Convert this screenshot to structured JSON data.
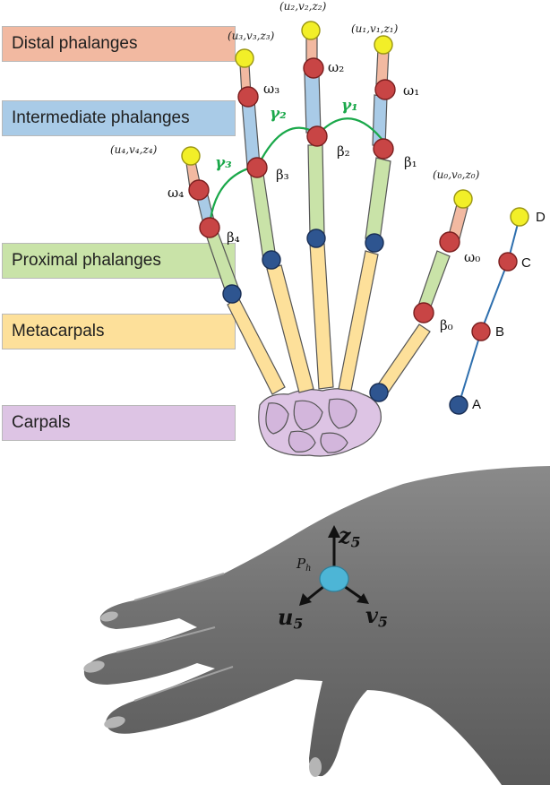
{
  "legend": [
    {
      "label": "Distal phalanges",
      "color": "#f2b9a1"
    },
    {
      "label": "Intermediate phalanges",
      "color": "#a9cbe7"
    },
    {
      "label": "Proximal phalanges",
      "color": "#c9e3a8"
    },
    {
      "label": "Metacarpals",
      "color": "#fde09a"
    },
    {
      "label": "Carpals",
      "color": "#ddc4e4"
    }
  ],
  "tip_coordinates": {
    "u0": "(u₀,v₀,z₀)",
    "u1": "(u₁,v₁,z₁)",
    "u2": "(u₂,v₂,z₂)",
    "u3": "(u₃,v₃,z₃)",
    "u4": "(u₄,v₄,z₄)"
  },
  "joint_labels": {
    "omega0": "ω₀",
    "omega1": "ω₁",
    "omega2": "ω₂",
    "omega3": "ω₃",
    "omega4": "ω₄",
    "beta0": "β₀",
    "beta1": "β₁",
    "beta2": "β₂",
    "beta3": "β₃",
    "beta4": "β₄"
  },
  "gamma_labels": {
    "gamma1": "γ₁",
    "gamma2": "γ₂",
    "gamma3": "γ₃"
  },
  "chain_labels": {
    "a": "A",
    "b": "B",
    "c": "C",
    "d": "D"
  },
  "hand_frame": {
    "point_label": "P",
    "point_subscript": "h",
    "axis_z": "z",
    "axis_u": "u",
    "axis_v": "v",
    "axis_subscript": "5"
  },
  "colors": {
    "tip_joint": "#f2ef28",
    "mid_joint": "#c84545",
    "base_joint": "#2e5590",
    "gamma_arc": "#1aa84a",
    "palm_center": "#4db5d6",
    "hand_skin": "#7a7a7a"
  }
}
